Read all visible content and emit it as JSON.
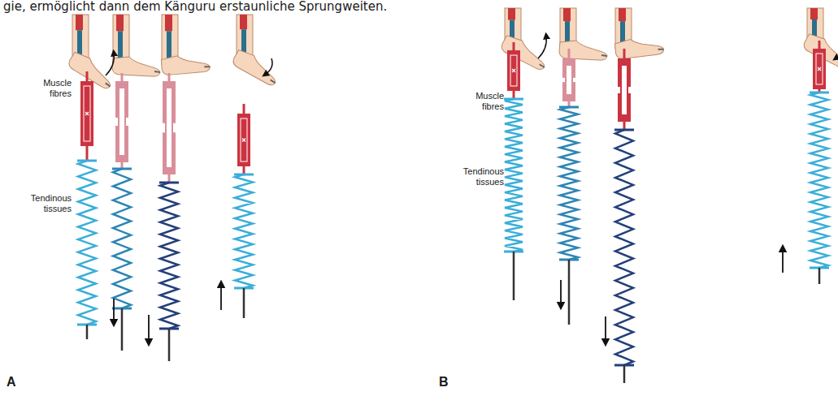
{
  "diagram": {
    "labels": [
      "gie, ermöglicht dann dem Känguru erstaunliche Sprungweiten.",
      "Muscle fibres",
      "Tendinous tissues",
      "A",
      "Muscle fibres",
      "Tendinous tissues",
      "B"
    ]
  }
}
